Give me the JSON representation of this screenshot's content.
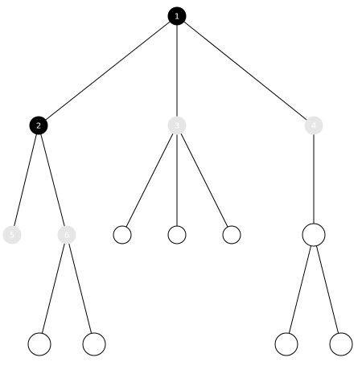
{
  "colors": {
    "visited": "#000000",
    "frontier": "#e6e6e6",
    "unvisited": "#ffffff",
    "edge": "#000000",
    "label_on_dark": "#ffffff",
    "label_on_light": "#ffffff"
  },
  "nodes": [
    {
      "id": "n1",
      "label": "1",
      "state": "visited",
      "size": "small"
    },
    {
      "id": "n2",
      "label": "2",
      "state": "visited",
      "size": "small"
    },
    {
      "id": "n3",
      "label": "3",
      "state": "frontier",
      "size": "small"
    },
    {
      "id": "n4",
      "label": "4",
      "state": "frontier",
      "size": "small"
    },
    {
      "id": "n5",
      "label": "5",
      "state": "frontier",
      "size": "small"
    },
    {
      "id": "n6",
      "label": "6",
      "state": "frontier",
      "size": "small"
    },
    {
      "id": "n7",
      "label": "",
      "state": "unvisited",
      "size": "small"
    },
    {
      "id": "n8",
      "label": "",
      "state": "unvisited",
      "size": "small"
    },
    {
      "id": "n9",
      "label": "",
      "state": "unvisited",
      "size": "small"
    },
    {
      "id": "n10",
      "label": "",
      "state": "unvisited",
      "size": "large"
    },
    {
      "id": "n11",
      "label": "",
      "state": "unvisited",
      "size": "large"
    },
    {
      "id": "n12",
      "label": "",
      "state": "unvisited",
      "size": "large"
    },
    {
      "id": "n13",
      "label": "",
      "state": "unvisited",
      "size": "large"
    },
    {
      "id": "n14",
      "label": "",
      "state": "unvisited",
      "size": "large"
    }
  ],
  "edges": [
    [
      "n1",
      "n2"
    ],
    [
      "n1",
      "n3"
    ],
    [
      "n1",
      "n4"
    ],
    [
      "n2",
      "n5"
    ],
    [
      "n2",
      "n6"
    ],
    [
      "n3",
      "n7"
    ],
    [
      "n3",
      "n8"
    ],
    [
      "n3",
      "n9"
    ],
    [
      "n4",
      "n10"
    ],
    [
      "n6",
      "n11"
    ],
    [
      "n6",
      "n12"
    ],
    [
      "n10",
      "n13"
    ],
    [
      "n10",
      "n14"
    ]
  ]
}
